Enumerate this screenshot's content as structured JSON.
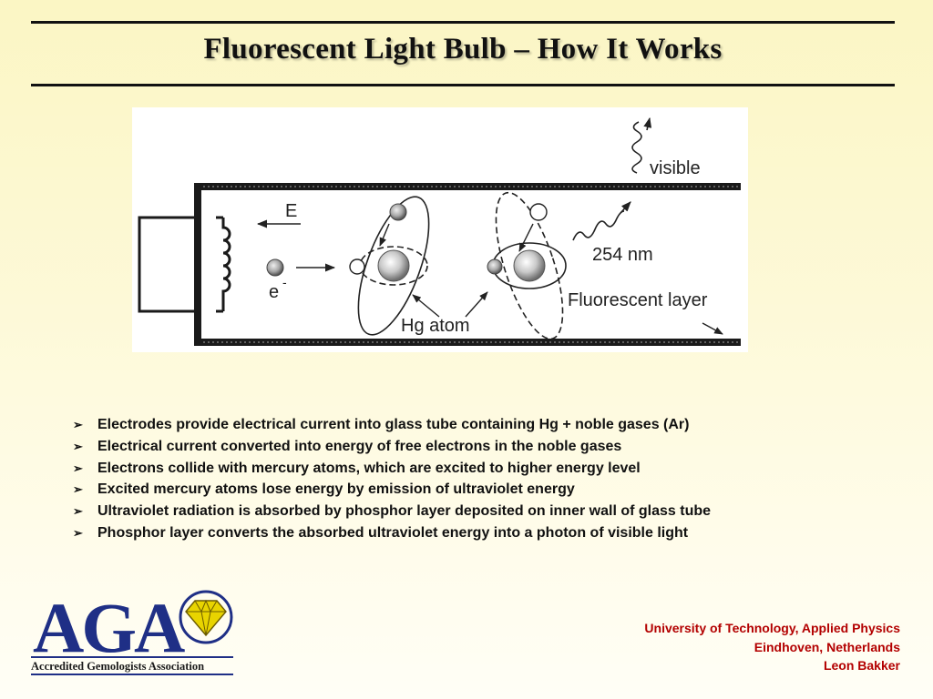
{
  "title": "Fluorescent Light Bulb – How It Works",
  "diagram": {
    "labels": {
      "field": "E",
      "electron": "e",
      "electron_charge": "-",
      "visible": "visible",
      "wavelength": "254 nm",
      "atom": "Hg atom",
      "layer": "Fluorescent layer"
    }
  },
  "bullets": [
    {
      "marker": "➢",
      "text": "Electrodes provide electrical current into glass tube containing Hg + noble gases (Ar)"
    },
    {
      "marker": "➢",
      "text": "Electrical current converted into energy of free electrons in the noble gases"
    },
    {
      "marker": "➢",
      "text": "Electrons collide with mercury atoms, which are excited to higher energy level"
    },
    {
      "marker": "➢",
      "text": "Excited mercury atoms lose energy by emission of ultraviolet energy"
    },
    {
      "marker": "➢",
      "text": "Ultraviolet radiation is absorbed by phosphor layer deposited on inner wall of glass tube"
    },
    {
      "marker": "➢",
      "text": "Phosphor layer converts the absorbed ultraviolet energy into a photon of visible light"
    }
  ],
  "logo": {
    "letters": "AGA",
    "caption": "Accredited Gemologists Association",
    "colors": {
      "letters": "#1f2f86",
      "diamond": "#e8d400"
    }
  },
  "credit": {
    "line1": "University of Technology, Applied Physics",
    "line2": "Eindhoven, Netherlands",
    "line3": "Leon Bakker"
  },
  "colors": {
    "credit": "#b30000",
    "title": "#111111",
    "background_top": "#fbf6c4"
  }
}
